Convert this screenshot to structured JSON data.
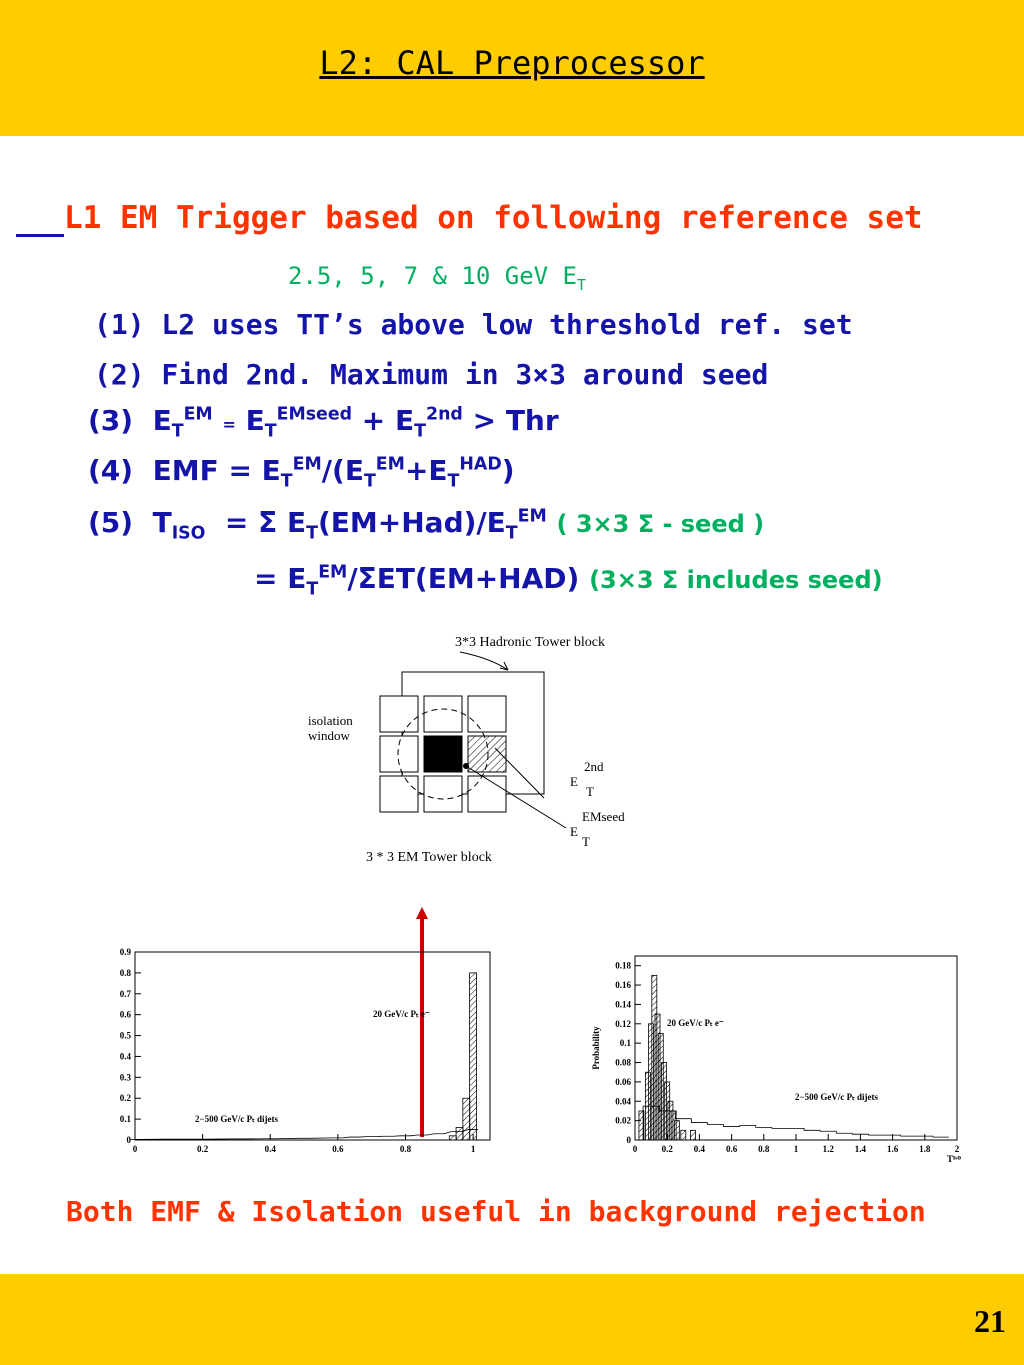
{
  "slide": {
    "title": "L2: CAL Preprocessor",
    "page_number": "21",
    "heading": "L1 EM Trigger based on following reference set",
    "ref_set": {
      "text": "2.5, 5, 7 & 10 GeV E",
      "sub": "T"
    },
    "items": {
      "i1": "(1) L2 uses TT’s above low threshold ref. set",
      "i2": "(2) Find 2nd. Maximum in 3×3 around seed",
      "i3": {
        "num": "(3)",
        "e": "E",
        "t": "T",
        "em": "EM",
        "eq": "=",
        "emseed": "EMseed",
        "plus": "+",
        "nd": "2nd",
        "thr": "> Thr"
      },
      "i4": {
        "num": "(4)",
        "emf": "EMF =",
        "e": "E",
        "t": "T",
        "em": "EM",
        "slash": "/(",
        "had": "HAD",
        "plus": "+",
        "close": ")"
      },
      "i5": {
        "num": "(5)",
        "tv": "T",
        "iso": "ISO",
        "eq": "=",
        "sigma": "Σ",
        "e": "E",
        "t": "T",
        "mid": "(EM+Had)/E",
        "em": "EM",
        "note": "( 3×3 Σ - seed )"
      },
      "i6": {
        "eq": "=",
        "e": "E",
        "t": "T",
        "em": "EM",
        "rest": "/ΣET(EM+HAD)",
        "note": "(3×3 Σ includes seed)"
      }
    },
    "conclusion": "Both EMF & Isolation useful in background rejection"
  },
  "diagram": {
    "hadronic_label": "3*3 Hadronic Tower block",
    "em_label": "3 * 3  EM Tower block",
    "iso_label_1": "isolation",
    "iso_label_2": "window",
    "e2nd_sup": "2nd",
    "e2nd_e": "E",
    "e2nd_t": "T",
    "emseed_sup": "EMseed",
    "emseed_e": "E",
    "emseed_t": "T"
  },
  "colors": {
    "band": "#FFCC00",
    "blue": "#1414A8",
    "red": "#FF3300",
    "green": "#00B060",
    "cut": "#CC0000"
  },
  "chart_data": [
    {
      "type": "bar",
      "xlabel": "",
      "ylabel": "",
      "xlim": [
        0,
        1.05
      ],
      "ylim": [
        0,
        0.9
      ],
      "xticks": [
        "0",
        "0.2",
        "0.4",
        "0.6",
        "0.8",
        "1"
      ],
      "yticks": [
        "0",
        "0.1",
        "0.2",
        "0.3",
        "0.4",
        "0.5",
        "0.6",
        "0.7",
        "0.8",
        "0.9"
      ],
      "annotations": [
        "20 GeV/c Pₜ e⁻",
        "2−500 GeV/c Pₜ dijets"
      ],
      "cut_x": 0.83,
      "series": [
        {
          "bins": [
            0.94,
            0.96,
            0.98,
            1.0
          ],
          "values": [
            0.02,
            0.06,
            0.2,
            0.8
          ]
        },
        {
          "bins": [
            0.0,
            0.1,
            0.2,
            0.3,
            0.4,
            0.5,
            0.6,
            0.65,
            0.7,
            0.75,
            0.8,
            0.85,
            0.9,
            0.95,
            1.0
          ],
          "values": [
            0.003,
            0.004,
            0.004,
            0.005,
            0.006,
            0.008,
            0.01,
            0.014,
            0.016,
            0.018,
            0.02,
            0.024,
            0.03,
            0.04,
            0.05
          ]
        }
      ]
    },
    {
      "type": "bar",
      "xlabel": "Tᴵˢᴼ",
      "ylabel": "Probability",
      "xlim": [
        0,
        2
      ],
      "ylim": [
        0,
        0.19
      ],
      "xticks": [
        "0",
        "0.2",
        "0.4",
        "0.6",
        "0.8",
        "1",
        "1.2",
        "1.4",
        "1.6",
        "1.8",
        "2"
      ],
      "yticks": [
        "0",
        "0.02",
        "0.04",
        "0.06",
        "0.08",
        "0.1",
        "0.12",
        "0.14",
        "0.16",
        "0.18"
      ],
      "annotations": [
        "20 GeV/c Pₜ e⁻",
        "2−500 GeV/c Pₜ dijets"
      ],
      "series": [
        {
          "bins": [
            0.04,
            0.08,
            0.1,
            0.12,
            0.14,
            0.16,
            0.18,
            0.2,
            0.22,
            0.24,
            0.26,
            0.3,
            0.36
          ],
          "values": [
            0.03,
            0.07,
            0.12,
            0.17,
            0.13,
            0.11,
            0.08,
            0.06,
            0.04,
            0.03,
            0.02,
            0.01,
            0.01
          ]
        },
        {
          "bins": [
            0.1,
            0.2,
            0.3,
            0.4,
            0.5,
            0.6,
            0.7,
            0.8,
            0.9,
            1.0,
            1.1,
            1.2,
            1.3,
            1.4,
            1.5,
            1.6,
            1.7,
            1.8,
            1.9
          ],
          "values": [
            0.035,
            0.03,
            0.022,
            0.018,
            0.016,
            0.014,
            0.015,
            0.013,
            0.012,
            0.012,
            0.01,
            0.009,
            0.007,
            0.006,
            0.005,
            0.005,
            0.004,
            0.004,
            0.003
          ]
        }
      ]
    }
  ]
}
